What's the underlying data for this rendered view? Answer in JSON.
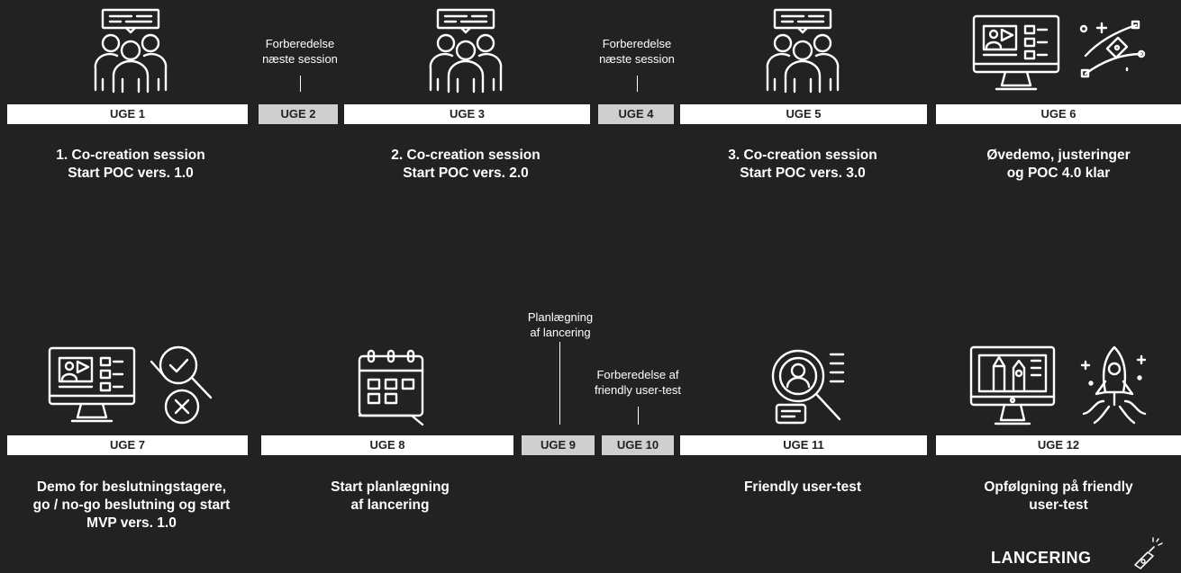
{
  "row1": {
    "weeks": [
      {
        "label": "UGE 1"
      },
      {
        "label": "UGE 2"
      },
      {
        "label": "UGE 3"
      },
      {
        "label": "UGE 4"
      },
      {
        "label": "UGE 5"
      },
      {
        "label": "UGE 6"
      }
    ],
    "notes": {
      "uge2": "Forberedelse\nnæste session",
      "uge4": "Forberedelse\nnæste session"
    },
    "descriptions": {
      "uge1": "1. Co-creation session\nStart POC vers. 1.0",
      "uge3": "2. Co-creation session\nStart POC vers. 2.0",
      "uge5": "3. Co-creation session\nStart POC vers. 3.0",
      "uge6": "Øvedemo, justeringer\nog POC 4.0 klar"
    }
  },
  "row2": {
    "weeks": [
      {
        "label": "UGE 7"
      },
      {
        "label": "UGE 8"
      },
      {
        "label": "UGE 9"
      },
      {
        "label": "UGE 10"
      },
      {
        "label": "UGE 11"
      },
      {
        "label": "UGE 12"
      }
    ],
    "notes": {
      "uge9": "Planlægning\naf lancering",
      "uge10": "Forberedelse af\nfriendly user-test"
    },
    "descriptions": {
      "uge7": "Demo for beslutningstagere,\ngo / no-go beslutning og start\nMVP vers. 1.0",
      "uge8": "Start planlægning\naf lancering",
      "uge11": "Friendly user-test",
      "uge12": "Opfølgning på friendly\nuser-test"
    }
  },
  "launch": {
    "label": "LANCERING"
  },
  "colors": {
    "background": "#222222",
    "bar_main": "#ffffff",
    "bar_minor": "#cfcfcf"
  }
}
